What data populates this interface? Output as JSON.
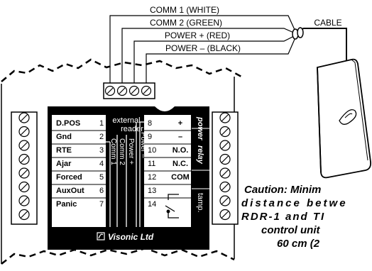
{
  "wires": [
    {
      "label": "COMM 1 (WHITE)"
    },
    {
      "label": "COMM 2 (GREEN)"
    },
    {
      "label": "POWER + (RED)"
    },
    {
      "label": "POWER – (BLACK)"
    }
  ],
  "cable_label": "CABLE",
  "left_terminals": [
    {
      "name": "D.POS",
      "num": "1"
    },
    {
      "name": "Gnd",
      "num": "2"
    },
    {
      "name": "RTE",
      "num": "3"
    },
    {
      "name": "Ajar",
      "num": "4"
    },
    {
      "name": "Forced",
      "num": "5"
    },
    {
      "name": "AuxOut",
      "num": "6"
    },
    {
      "name": "Panic",
      "num": "7"
    }
  ],
  "right_terminals": [
    {
      "num": "8",
      "name": "+"
    },
    {
      "num": "9",
      "name": "–"
    },
    {
      "num": "10",
      "name": "N.O."
    },
    {
      "num": "11",
      "name": "N.C."
    },
    {
      "num": "12",
      "name": "COM"
    },
    {
      "num": "13",
      "name": ""
    },
    {
      "num": "14",
      "name": ""
    }
  ],
  "external_reader": {
    "line1": "external",
    "line2": "reader"
  },
  "vertical_labels": {
    "comm1": "Comm 1",
    "comm2": "Comm 2",
    "power_plus": "Power +",
    "power_minus": "Power –"
  },
  "group_labels": {
    "power": "power",
    "relay": "relay",
    "tamp": "tamp."
  },
  "brand": "Visonic Ltd",
  "caution": {
    "line1": "Caution: Minim",
    "line2": "distance betwe",
    "line3": "RDR-1 and TI",
    "line4": "control unit",
    "line5": "60 cm (2"
  }
}
